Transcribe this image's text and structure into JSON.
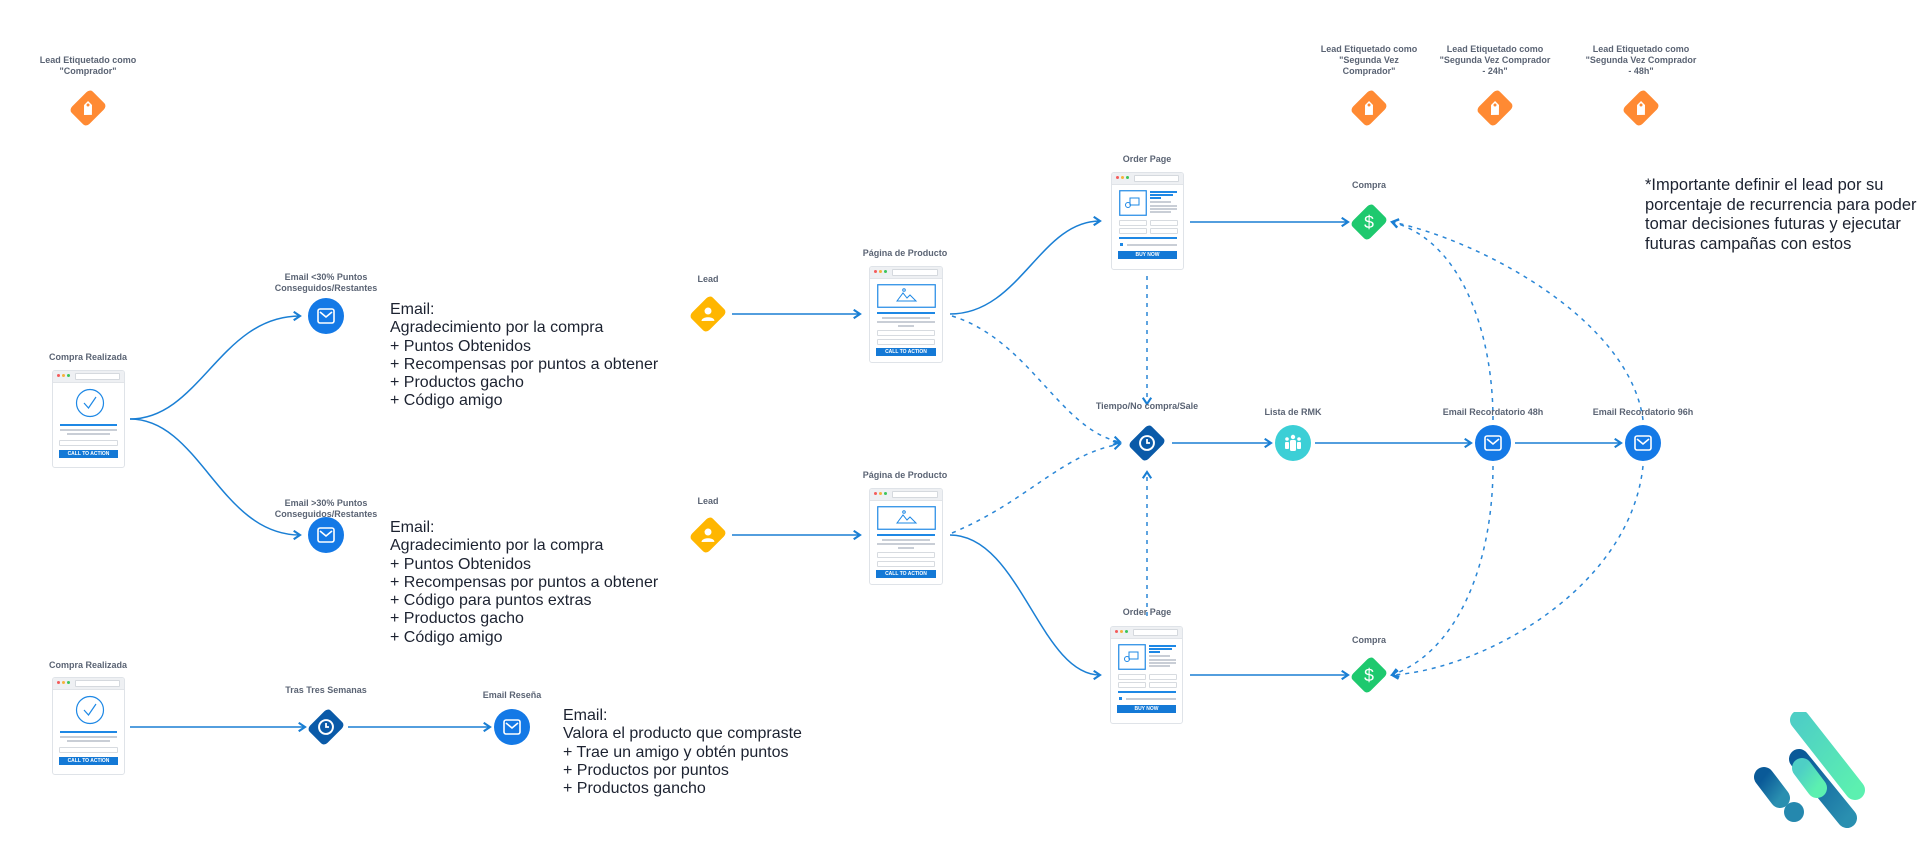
{
  "colors": {
    "line": "#1a7fd4",
    "tag": "#ff8a33",
    "lead": "#ffb600",
    "purchase": "#1ec96e",
    "wait": "#0a5aa8",
    "email": "#1479e6",
    "list": "#3ccfd6"
  },
  "tags": [
    {
      "label": "Lead Etiquetado como\n\"Comprador\"",
      "icon": "tag-icon"
    },
    {
      "label": "Lead Etiquetado como\n\"Segunda Vez\nComprador\"",
      "icon": "tag-icon"
    },
    {
      "label": "Lead Etiquetado como\n\"Segunda Vez Comprador\n- 24h\"",
      "icon": "tag-icon"
    },
    {
      "label": "Lead Etiquetado como\n\"Segunda Vez Comprador\n- 48h\"",
      "icon": "tag-icon"
    }
  ],
  "left": {
    "purchase1": {
      "label": "Compra Realizada",
      "cta": "CALL TO ACTION"
    },
    "purchase2": {
      "label": "Compra Realizada",
      "cta": "CALL TO ACTION"
    },
    "email_low": {
      "label": "Email <30% Puntos\nConseguidos/Restantes"
    },
    "email_high": {
      "label": "Email >30% Puntos\nConseguidos/Restantes"
    },
    "wait": {
      "label": "Tras Tres Semanas"
    },
    "review": {
      "label": "Email Reseña"
    },
    "text1": "Email:\nAgradecimiento por la compra\n+ Puntos Obtenidos\n+ Recompensas por puntos a obtener\n+ Productos gacho\n+ Código amigo",
    "text2": "Email:\nAgradecimiento por la compra\n+ Puntos Obtenidos\n+ Recompensas por puntos a obtener\n+ Código para puntos extras\n+ Productos gacho\n+ Código amigo",
    "text3": "Email:\nValora el producto que compraste\n+ Trae un amigo y obtén puntos\n+ Productos por puntos\n+ Productos gancho"
  },
  "funnel": {
    "lead1": {
      "label": "Lead"
    },
    "lead2": {
      "label": "Lead"
    },
    "product1": {
      "label": "Página de Producto",
      "cta": "CALL TO ACTION"
    },
    "product2": {
      "label": "Página de Producto",
      "cta": "CALL TO ACTION"
    },
    "order1": {
      "label": "Order Page",
      "cta": "BUY NOW"
    },
    "order2": {
      "label": "Order Page",
      "cta": "BUY NOW"
    },
    "wait": {
      "label": "Tiempo/No compra/Sale"
    },
    "rmk": {
      "label": "Lista de RMK"
    },
    "email48": {
      "label": "Email Recordatorio 48h"
    },
    "email96": {
      "label": "Email Recordatorio 96h"
    },
    "buy1": {
      "label": "Compra",
      "icon": "dollar-icon"
    },
    "buy2": {
      "label": "Compra",
      "icon": "dollar-icon"
    }
  },
  "note": "*Importante definir el lead por su\nporcentaje de recurrencia para poder\ntomar decisiones futuras y ejecutar\nfuturas campañas con estos"
}
